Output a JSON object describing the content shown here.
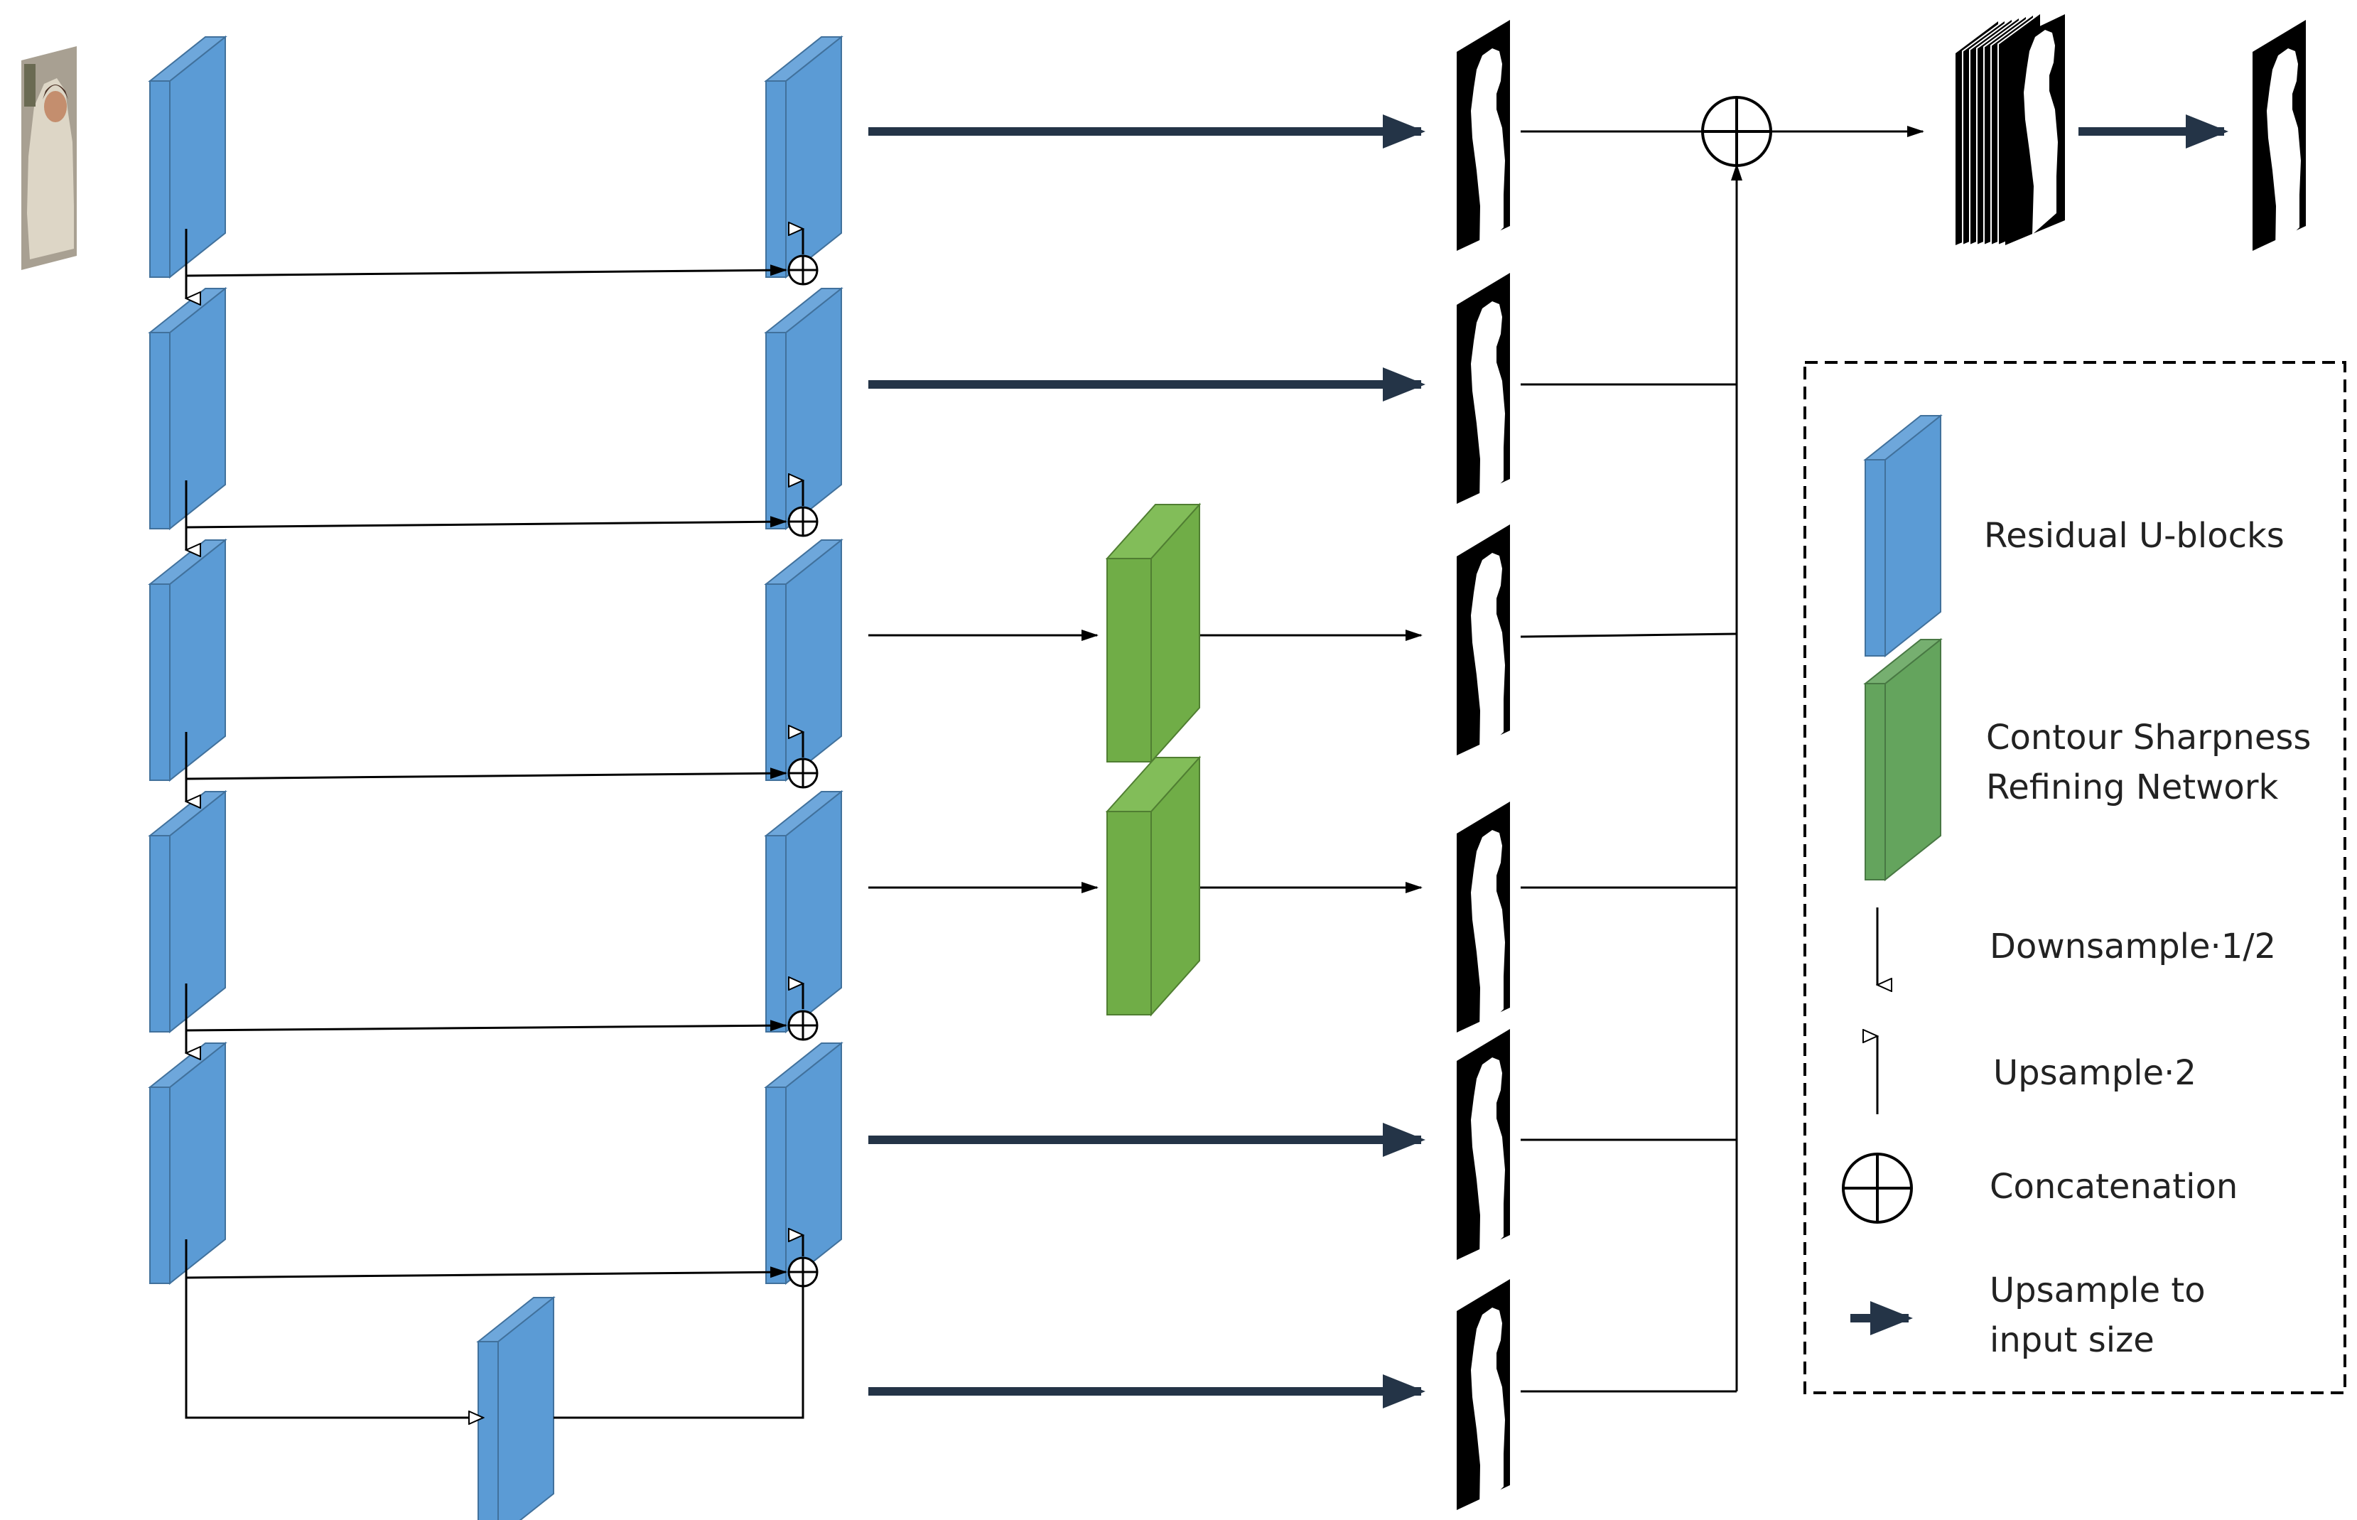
{
  "legend": {
    "residual_ublocks": "Residual U-blocks",
    "csrn_line1": "Contour Sharpness",
    "csrn_line2": "Refining Network",
    "downsample": "Downsample·1/2",
    "upsample": "Upsample·2",
    "concatenation": "Concatenation",
    "upsample_to_line1": "Upsample to",
    "upsample_to_line2": "input size"
  },
  "colors": {
    "residual_block": "#5b9bd5",
    "csrn_block": "#70ad47",
    "thick_arrow": "#243447",
    "line": "#000000"
  },
  "icons": [
    "plus-circle-icon",
    "down-arrow-icon",
    "up-arrow-icon",
    "thick-arrow-icon",
    "portrait-photo",
    "saliency-mask"
  ]
}
